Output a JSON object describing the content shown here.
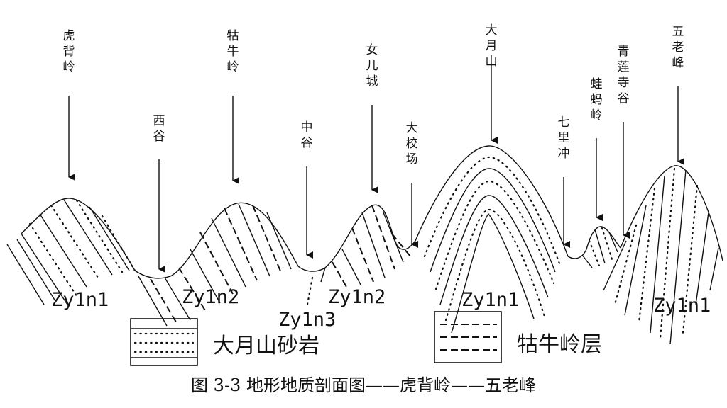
{
  "diagram": {
    "caption": "图 3-3  地形地质剖面图——虎背岭——五老峰",
    "peaks": [
      {
        "id": "hubeiling",
        "label": "虎背岭"
      },
      {
        "id": "xigu",
        "label": "西谷"
      },
      {
        "id": "guniuling",
        "label": "牯牛岭"
      },
      {
        "id": "zhonggu",
        "label": "中谷"
      },
      {
        "id": "nvercheng",
        "label": "女儿城"
      },
      {
        "id": "dajiaochang",
        "label": "大校场"
      },
      {
        "id": "dayueshan",
        "label": "大月山"
      },
      {
        "id": "qilichong",
        "label": "七里冲"
      },
      {
        "id": "hamaling",
        "label": "蛙蚂岭"
      },
      {
        "id": "qinglian",
        "label": "青莲寺谷"
      },
      {
        "id": "wulaofeng",
        "label": "五老峰"
      }
    ],
    "units": [
      {
        "id": "u1",
        "label": "Zy1n1"
      },
      {
        "id": "u2",
        "label": "Zy1n2"
      },
      {
        "id": "u3",
        "label": "Zy1n3"
      },
      {
        "id": "u4",
        "label": "Zy1n2"
      },
      {
        "id": "u5",
        "label": "Zy1n1"
      },
      {
        "id": "u6",
        "label": "Zy1n1"
      }
    ],
    "legend": [
      {
        "pattern": "dotted",
        "label": "大月山砂岩"
      },
      {
        "pattern": "dashed",
        "label": "牯牛岭层"
      }
    ]
  }
}
